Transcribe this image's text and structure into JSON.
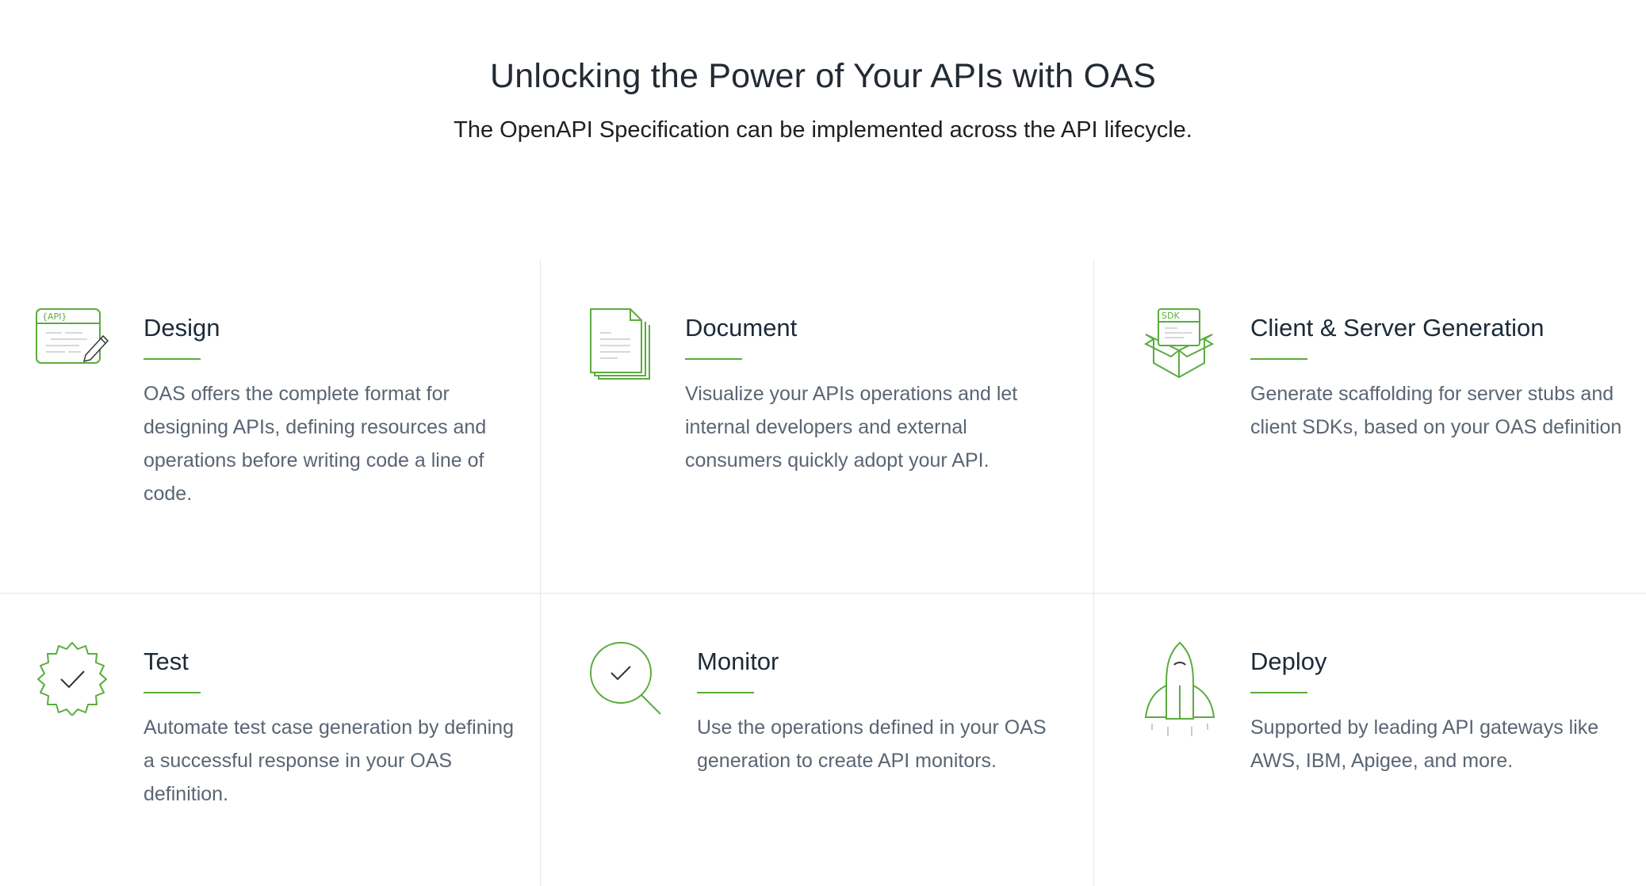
{
  "header": {
    "title": "Unlocking the Power of Your APIs with OAS",
    "subtitle": "The OpenAPI Specification can be implemented across the API lifecycle."
  },
  "colors": {
    "accent": "#5aac3c",
    "heading": "#1c2a38",
    "body_text": "#5a6573",
    "divider": "#e3e5e8"
  },
  "cards": [
    {
      "icon": "api-design-icon",
      "icon_label": "{API}",
      "title": "Design",
      "description": "OAS offers the complete format for designing APIs, defining resources and operations before writing code a line of code."
    },
    {
      "icon": "documents-icon",
      "title": "Document",
      "description": "Visualize your APIs operations and let internal developers and external consumers quickly adopt your API."
    },
    {
      "icon": "sdk-box-icon",
      "icon_label": "SDK",
      "title": "Client & Server Generation",
      "description": "Generate scaffolding for server stubs and client SDKs, based on your OAS definition"
    },
    {
      "icon": "gear-check-icon",
      "title": "Test",
      "description": "Automate test case generation by defining a successful response in your OAS definition."
    },
    {
      "icon": "magnifier-check-icon",
      "title": "Monitor",
      "description": "Use the operations defined in your OAS generation to create API monitors."
    },
    {
      "icon": "rocket-icon",
      "title": "Deploy",
      "description": "Supported by leading API gateways like AWS, IBM, Apigee, and more."
    }
  ]
}
